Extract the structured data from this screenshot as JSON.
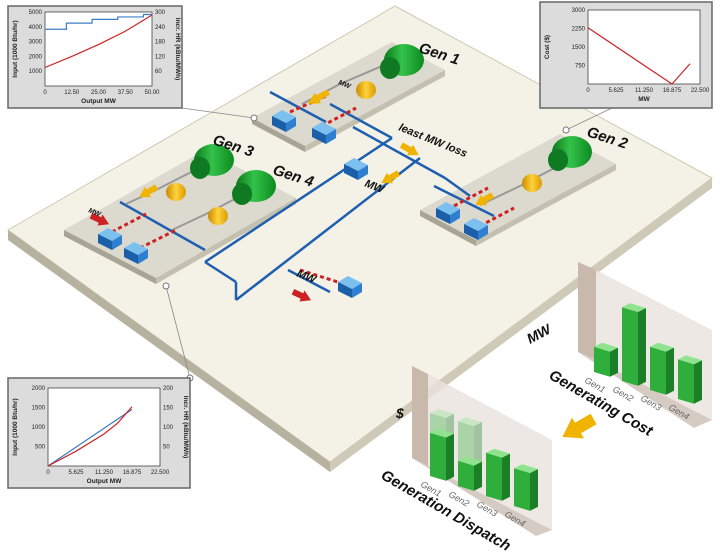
{
  "plant": {
    "gen1_label": "Gen 1",
    "gen2_label": "Gen 2",
    "gen3_label": "Gen 3",
    "gen4_label": "Gen 4",
    "least_loss_label": "least MW loss",
    "mw_small": "MW",
    "mw_load": "MW",
    "mw_center": "MW",
    "mw_gen3": "MW"
  },
  "chart_data": [
    {
      "type": "line",
      "xlabel": "Output MW",
      "ylabel": "Input (1000 Btu/hr)",
      "y2label": "Incr. HR (kBtu/MWh)",
      "xticks": [
        "0",
        "12.50",
        "25.00",
        "37.50",
        "50.00"
      ],
      "yticks": [
        "1000",
        "2000",
        "3000",
        "4000",
        "5000"
      ],
      "y2ticks": [
        "60",
        "120",
        "180",
        "240",
        "300"
      ],
      "xlim": [
        0,
        50
      ],
      "ylim": [
        0,
        5000
      ],
      "y2lim": [
        0,
        300
      ],
      "series": [
        {
          "color": "#cc2222",
          "x": [
            0,
            12.5,
            25,
            37.5,
            50
          ],
          "y": [
            1250,
            2000,
            2800,
            3700,
            4800
          ]
        },
        {
          "color": "#3b7fc4",
          "axis": "y2",
          "step": true,
          "x": [
            0,
            10,
            10,
            22,
            22,
            34,
            34,
            46,
            46,
            50
          ],
          "y": [
            230,
            230,
            255,
            255,
            270,
            270,
            280,
            280,
            290,
            290
          ]
        }
      ]
    },
    {
      "type": "line",
      "xlabel": "MW",
      "ylabel": "Cost ($)",
      "xticks": [
        "0",
        "5.625",
        "11.250",
        "16.875",
        "22.500"
      ],
      "yticks": [
        "750",
        "1500",
        "2250",
        "3000"
      ],
      "xlim": [
        0,
        22.5
      ],
      "ylim": [
        0,
        3000
      ],
      "series": [
        {
          "color": "#cc2222",
          "x": [
            0,
            16.875,
            20.5
          ],
          "y": [
            2280,
            0,
            820
          ]
        }
      ]
    },
    {
      "type": "line",
      "xlabel": "Output MW",
      "ylabel": "Input (1000 Btu/hr)",
      "y2label": "Incr. HR (kBtu/MWh)",
      "xticks": [
        "0",
        "5.625",
        "11.250",
        "16.875",
        "22.500"
      ],
      "yticks": [
        "500",
        "1000",
        "1500",
        "2000"
      ],
      "y2ticks": [
        "50",
        "100",
        "150",
        "200"
      ],
      "xlim": [
        0,
        22.5
      ],
      "ylim": [
        0,
        2000
      ],
      "y2lim": [
        0,
        200
      ],
      "series": [
        {
          "color": "#3b7fc4",
          "x": [
            0,
            16.875
          ],
          "y": [
            0,
            1450
          ]
        },
        {
          "color": "#cc2222",
          "axis": "y2",
          "x": [
            0,
            5.625,
            11.25,
            14,
            16.875
          ],
          "y": [
            0,
            38,
            82,
            110,
            152
          ]
        }
      ]
    },
    {
      "type": "bar",
      "title": "Generating Cost",
      "ylabel": "MW",
      "categories": [
        "Gen1",
        "Gen2",
        "Gen3",
        "Gen4"
      ],
      "values": [
        1.4,
        4.1,
        2.4,
        2.2
      ],
      "ylim": [
        0,
        5
      ]
    },
    {
      "type": "bar",
      "title": "Generation Dispatch",
      "ylabel": "$",
      "categories": [
        "Gen1",
        "Gen2",
        "Gen3",
        "Gen4"
      ],
      "series": [
        {
          "values": [
            3.5,
            3.6,
            2.0,
            1.5
          ]
        },
        {
          "values": [
            2.4,
            1.4,
            2.4,
            2.1
          ]
        }
      ],
      "ylim": [
        0,
        5
      ]
    }
  ]
}
